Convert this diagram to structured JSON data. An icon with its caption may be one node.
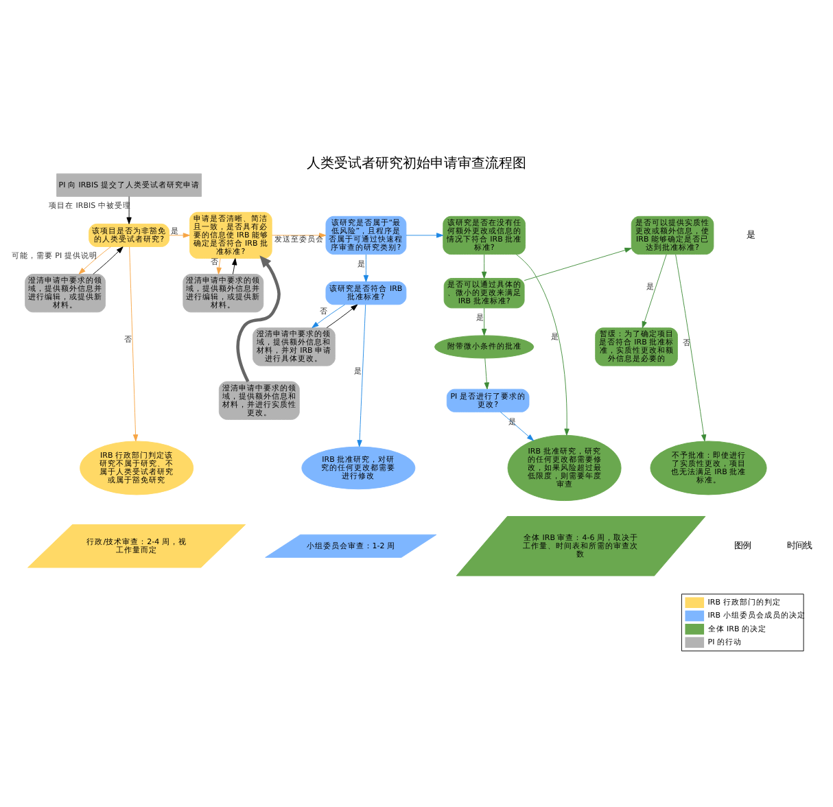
{
  "diagram": {
    "title": "人类受试者研究初始申请审查流程图",
    "nodes": [
      {
        "text": [
          "PI 向 IRBIS 提交了人类受试者研究申请"
        ]
      },
      {
        "text": [
          "该项目是否为非豁免的人类受试者研究?"
        ]
      },
      {
        "text": [
          "申请是否清晰、简洁且一致，是否具有必要的信息使 IRB 能够确定是否符合 IRB 批准标准?"
        ]
      },
      {
        "text": [
          "该研究是否属于“最低风险”，且程序是否属于可通过快速程序审查的研究类别?"
        ]
      },
      {
        "text": [
          "该研究是否在没有任何额外更改或信息的情况下符合 IRB 批准标准?"
        ]
      },
      {
        "text": [
          "是否可以通过具体的、微小的更改来满足 IRB 批准标准?"
        ]
      },
      {
        "text": [
          "是否可以提供实质性更改或额外信息，使 IRB 能够确定是否已达到批准标准?"
        ]
      },
      {
        "text": [
          "该研究是否符合 IRB 批准标准?"
        ]
      },
      {
        "text": [
          "附带微小条件的批准"
        ]
      },
      {
        "text": [
          "澄清申请中要求的领域，提供额外信息并进行编辑，或提供新材料。"
        ]
      },
      {
        "text": [
          "澄清申请中要求的领域，提供额外信息并进行编辑，或提供新材料。"
        ]
      },
      {
        "text": [
          "澄清申请中要求的领域，提供额外信息和材料，并对 IRB 申请进行具体更改。"
        ]
      },
      {
        "text": [
          "PI 是否进行了要求的更改?"
        ]
      },
      {
        "text": [
          "暂缓：为了确定项目是否符合 IRB 批准标准，实质性更改和额外信息是必要的"
        ]
      },
      {
        "text": [
          "澄清申请中要求的领域，提供额外信息和材料，并进行实质性更改。"
        ]
      },
      {
        "text": [
          "IRB 行政部门判定该研究不属于研究、不属于人类受试者研究或属于豁免研究"
        ]
      },
      {
        "text": [
          "IRB 批准研究，对研究的任何更改都需要进行修改"
        ]
      },
      {
        "text": [
          "IRB 批准研究，研究的任何更改都需要修改，如果风险超过最低限度，则需要年度审查"
        ]
      },
      {
        "text": [
          "不予批准：即使进行了实质性更改，项目也无法满足 IRB 批准标准。"
        ]
      },
      {
        "text": [
          "行政/技术审查：2-4 周，视工作量而定"
        ]
      },
      {
        "text": [
          "小组委员会审查：1-2 周"
        ]
      },
      {
        "text": [
          "全体 IRB 审查：4-6 周，取决于工作量、时间表和所需的审查次数"
        ]
      }
    ],
    "edges": [
      {
        "from": 0,
        "to": 1,
        "arrow": "to",
        "label": "项目在 IRBIS 中被受理",
        "color": "#000000"
      },
      {
        "from": 1,
        "to": 2,
        "arrow": "to",
        "label": "是",
        "color": "#f6a545"
      },
      {
        "from": 1,
        "to": 9,
        "arrow": "to",
        "label": "可能，需要 PI 提供说明",
        "color": "#f6a545"
      },
      {
        "from": 1,
        "to": 15,
        "arrow": "to",
        "label": "否",
        "color": "#f6a545"
      },
      {
        "from": 2,
        "to": 3,
        "arrow": "to",
        "label": "发送至委员会",
        "color": "#f6a545"
      },
      {
        "from": 2,
        "to": 10,
        "arrow": "to",
        "label": "否",
        "color": "#f6a545"
      },
      {
        "from": 3,
        "to": 4,
        "arrow": "to",
        "color": "#1e88e5"
      },
      {
        "from": 3,
        "to": 7,
        "arrow": "to",
        "label": "是",
        "color": "#1e88e5"
      },
      {
        "from": 4,
        "to": 17,
        "arrow": "to",
        "label": "是"
      },
      {
        "from": 4,
        "to": 5,
        "arrow": "to"
      },
      {
        "from": 5,
        "to": 8,
        "arrow": "to",
        "label": "是"
      },
      {
        "from": 5,
        "to": 6,
        "arrow": "to"
      },
      {
        "from": 6,
        "to": 13,
        "arrow": "to",
        "label": "是"
      },
      {
        "from": 6,
        "to": 18,
        "arrow": "to",
        "label": "否"
      },
      {
        "from": 7,
        "to": 16,
        "arrow": "to",
        "label": "是",
        "color": "#1e88e5"
      },
      {
        "from": 7,
        "to": 11,
        "arrow": "to",
        "label": "否",
        "color": "#1e88e5"
      },
      {
        "from": 8,
        "to": 12,
        "arrow": "to"
      },
      {
        "from": 9,
        "to": 1,
        "arrow": "to",
        "color": "#000000"
      },
      {
        "from": 10,
        "to": 2,
        "arrow": "to",
        "color": "#000000"
      },
      {
        "from": 11,
        "to": 7,
        "arrow": "to",
        "color": "#000000"
      },
      {
        "from": 12,
        "to": 17,
        "arrow": "to",
        "label": "是",
        "color": "#1e88e5"
      },
      {
        "from": 14,
        "to": 2,
        "arrow": "to",
        "style": "thick",
        "color": "#666666"
      }
    ],
    "labels": [
      "是",
      "图例",
      "时间线"
    ],
    "legend": [
      {
        "text": "IRB 行政部门的判定",
        "color": "#ffd966"
      },
      {
        "text": "IRB 小组委员会成员的决定",
        "color": "#7eb6ff"
      },
      {
        "text": "全体 IRB 的决定",
        "color": "#6aa84f"
      },
      {
        "text": "PI 的行动",
        "color": "#b3b3b3"
      }
    ]
  }
}
